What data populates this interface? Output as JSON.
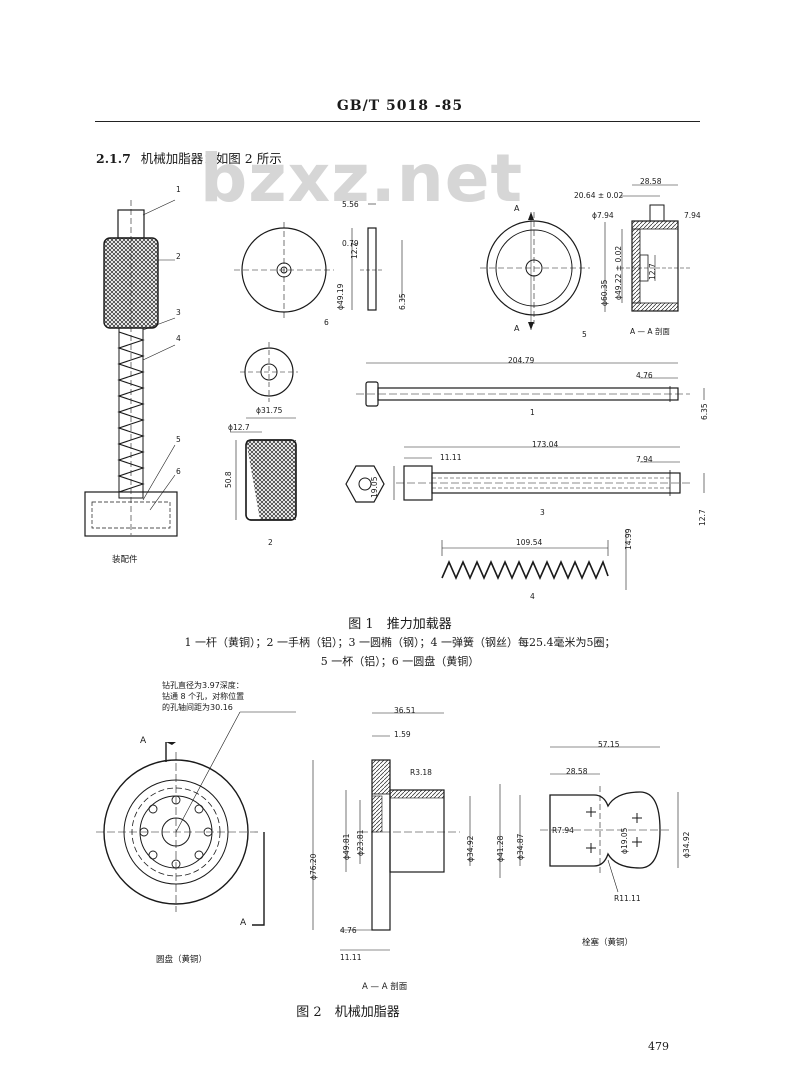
{
  "header": {
    "standard_code": "GB/T 5018 -85"
  },
  "section": {
    "number": "2.1.7",
    "text": "机械加脂器：如图 2 所示"
  },
  "watermark": "bzxz.net",
  "figure1": {
    "caption": "图 1　推力加载器",
    "legend_line1": "1 一杆（黄铜）；2 一手柄（铝）；3 一圆椭（钢）；4 一弹簧（钢丝）每25.4毫米为5圈；",
    "legend_line2": "5 一杯（铝）；6 一圆盘（黄铜）",
    "assembly_label": "装配件",
    "balloons": [
      "1",
      "2",
      "3",
      "4",
      "5",
      "6"
    ],
    "part_numbers": {
      "p6": "6",
      "p5": "5",
      "p1": "1",
      "p2": "2",
      "p3": "3",
      "p4": "4"
    },
    "section_view_label": "A — A 剖面",
    "section_letter": "A",
    "dims": {
      "d1": "5.56",
      "d2": "0.79",
      "d3": "12.7",
      "d4": "ϕ49.19",
      "d5": "6.35",
      "d6": "28.58",
      "d7": "20.64 ± 0.02",
      "d8": "ϕ7.94",
      "d9": "7.94",
      "d10": "ϕ60.35",
      "d11": "ϕ49.22 ± 0.02",
      "d12": "12.7",
      "d13": "204.79",
      "d14": "4.76",
      "d15": "6.35",
      "d16": "ϕ12.7",
      "d17": "ϕ31.75",
      "d18": "50.8",
      "d19": "173.04",
      "d20": "11.11",
      "d21": "7.94",
      "d22": "19.05",
      "d23": "12.7",
      "d24": "109.54",
      "d25": "14.99"
    }
  },
  "figure2": {
    "caption": "图 2　机械加脂器",
    "note_lines": [
      "钻孔直径为3.97深度：",
      "钻通 8 个孔，对称位置",
      "的孔轴间距为30.16"
    ],
    "disc_label": "圆盘（黄铜）",
    "plunger_label": "栓塞（黄铜）",
    "section_view_label": "A — A 剖面",
    "section_letter": "A",
    "dims": {
      "e1": "36.51",
      "e2": "1.59",
      "e3": "R3.18",
      "e4": "ϕ76.20",
      "e5": "ϕ49.81",
      "e6": "ϕ23.81",
      "e7": "ϕ34.92",
      "e8": "ϕ41.28",
      "e9": "4.76",
      "e10": "11.11",
      "f1": "57.15",
      "f2": "28.58",
      "f3": "R7.94",
      "f4": "ϕ34.87",
      "f5": "ϕ19.05",
      "f6": "ϕ34.92",
      "f7": "R11.11"
    }
  },
  "page_number": "479"
}
